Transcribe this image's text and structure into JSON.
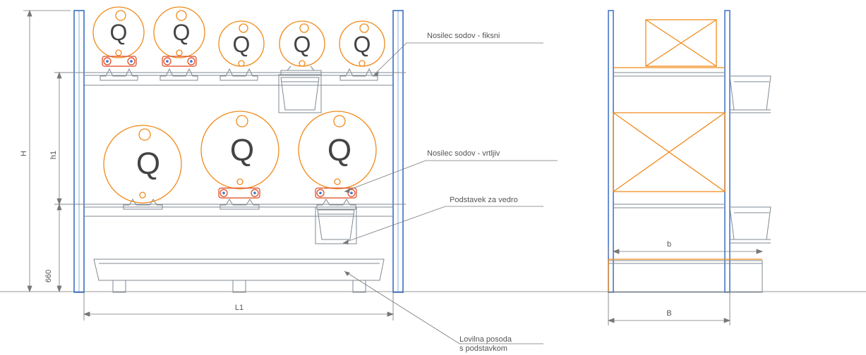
{
  "colors": {
    "upright": "#3a6fc4",
    "barrel": "#f08a1a",
    "structure": "#7f8a93",
    "dimension": "#777777",
    "callout_marker": "#e0431b",
    "text": "#555555"
  },
  "barrel_symbol": "Q",
  "dimensions": {
    "total_height": "H",
    "level_height": "h1",
    "bottom_height": "660",
    "length": "L1",
    "inner_depth": "b",
    "outer_depth": "B"
  },
  "callouts": {
    "fixed_support": "Nosilec sodov - fiksni",
    "swivel_support": "Nosilec sodov - vrtljiv",
    "bucket_stand": "Podstavek za vedro",
    "drip_tray_line1": "Lovilna posoda",
    "drip_tray_line2": "s podstavkom"
  }
}
